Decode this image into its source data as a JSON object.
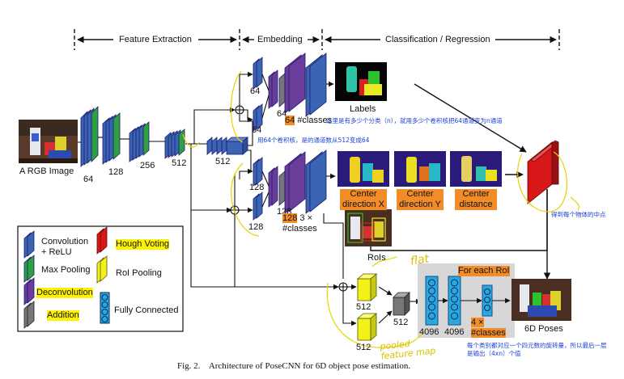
{
  "stages": {
    "feature": "Feature Extraction",
    "embedding": "Embedding",
    "classification": "Classification / Regression"
  },
  "input": {
    "label": "A RGB Image"
  },
  "feature_dims": [
    "64",
    "128",
    "256",
    "512",
    "512"
  ],
  "embed_dims": {
    "top_a": "64",
    "top_b": "64",
    "top_c": "64",
    "bottom_a": "128",
    "bottom_b": "128",
    "bottom_c": "128"
  },
  "seg": {
    "num": "64",
    "text": "#classes",
    "out": "Labels"
  },
  "vert": {
    "num": "128",
    "text": "3 ×\n#classes"
  },
  "center": {
    "x": "Center\ndirection X",
    "y": "Center\ndirection Y",
    "d": "Center\ndistance"
  },
  "rois": "RoIs",
  "pool_dims": [
    "512",
    "512"
  ],
  "add_dim": "512",
  "fc": {
    "title": "For each RoI",
    "d1": "4096",
    "d2": "4096",
    "out": "4 ×\n#classes"
  },
  "output": "6D Poses",
  "legend": {
    "conv": "Convolution\n+ ReLU",
    "maxpool": "Max Pooling",
    "deconv": "Deconvolution",
    "add": "Addition",
    "hough": "Hough Voting",
    "roi": "RoI Pooling",
    "fc": "Fully Connected"
  },
  "notes": {
    "classes": "这里是有多少个分类（n），就用多少个卷积核把64通道变为n通道",
    "kernel": "用64个卷积核，是的通道数从512变成64",
    "center": "得到每个物体的中点",
    "quat": "每个类别都对应一个四元数的旋转量，所以最后一层\n是输出（4xn）个值"
  },
  "handwriting": {
    "flat": "flat",
    "pooled": "pooled\nfeature map"
  },
  "caption": "Fig. 2.    Architecture of PoseCNN for 6D object pose estimation.",
  "colors": {
    "conv": "#3b64b4",
    "pool": "#2ea043",
    "deconv": "#6a3d9a",
    "add": "#777777",
    "hough": "#d81818",
    "roi": "#f2f21a",
    "fc": "#29a8e0",
    "note": "#1a3fd6",
    "highlight": "#f28c28"
  }
}
